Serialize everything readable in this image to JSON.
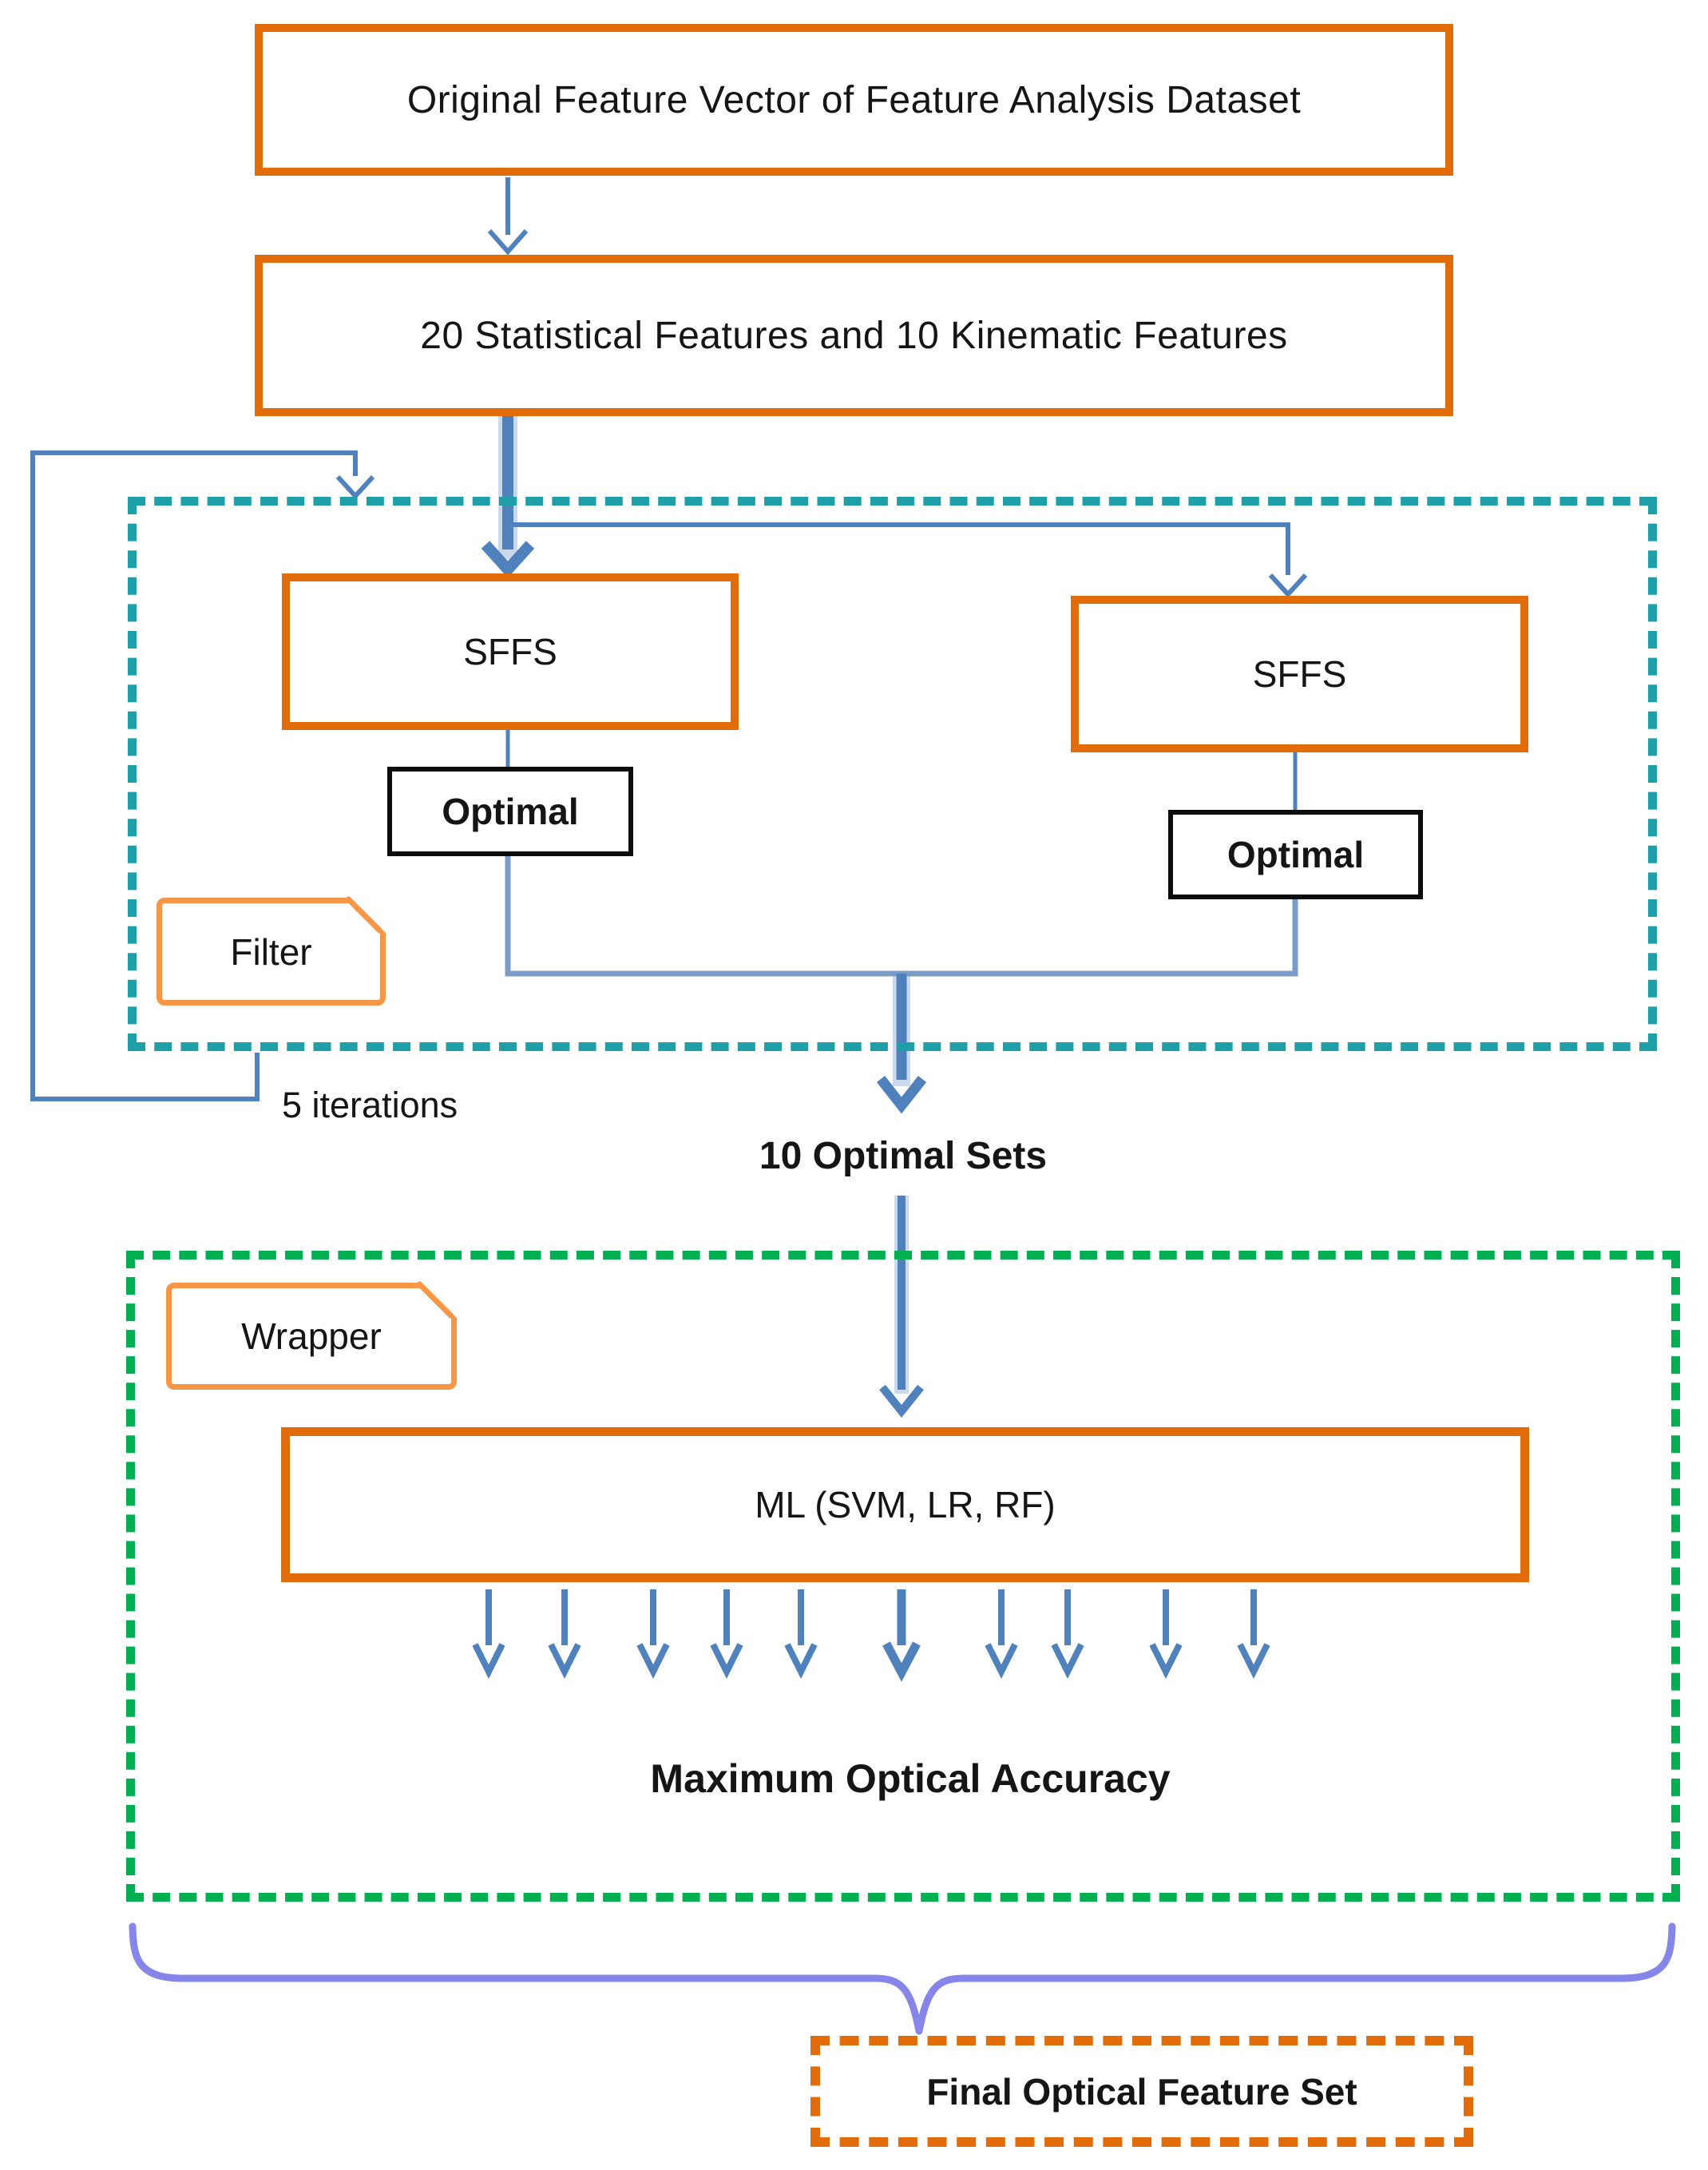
{
  "colors": {
    "orange": "#E36C0A",
    "orange_light": "#F79646",
    "teal": "#1F9FA8",
    "green": "#00B050",
    "blue": "#4F81BD",
    "blue_muted": "#7A9CC6",
    "halo": "#CBD9EE",
    "brace": "#8585EA",
    "ink": "#151515",
    "black_border": "#0D0D0D"
  },
  "boxes": {
    "original": "Original Feature Vector of Feature Analysis Dataset",
    "features": "20 Statistical Features and 10 Kinematic Features",
    "sffs_left": "SFFS",
    "sffs_right": "SFFS",
    "optimal_left": "Optimal",
    "optimal_right": "Optimal",
    "filter": "Filter",
    "wrapper": "Wrapper",
    "ml": "ML (SVM, LR, RF)",
    "final": "Final Optical Feature Set"
  },
  "labels": {
    "iterations": "5 iterations",
    "optimal_sets": "10 Optimal Sets",
    "max_accuracy": "Maximum Optical Accuracy"
  }
}
